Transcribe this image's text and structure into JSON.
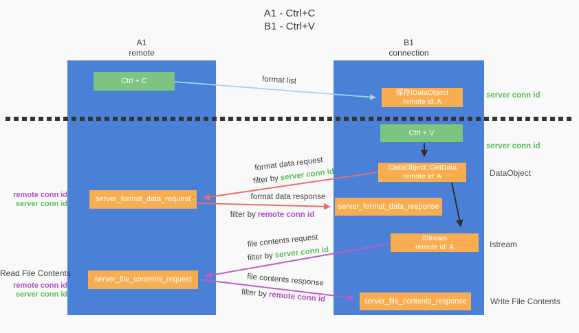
{
  "title": {
    "line1": "A1 - Ctrl+C",
    "line2": "B1 - Ctrl+V"
  },
  "lanes": {
    "a": {
      "name": "A1",
      "subtitle": "remote"
    },
    "b": {
      "name": "B1",
      "subtitle": "connection"
    }
  },
  "nodes": {
    "ctrl_c": {
      "label": "Ctrl + C"
    },
    "ctrl_v": {
      "label": "Ctrl + V"
    },
    "save_dataobject": {
      "line1": "保存IDataObject",
      "line2": "remote id: A"
    },
    "getdata": {
      "line1": "IDataObject::GetData",
      "line2": "remote id: A"
    },
    "istream": {
      "line1": "IStream",
      "line2": "remote id: A"
    },
    "format_request": {
      "label": "server_format_data_request"
    },
    "format_response": {
      "label": "server_format_data_response"
    },
    "file_request": {
      "label": "server_file_contents_request"
    },
    "file_response": {
      "label": "server_file_contents_response"
    }
  },
  "flow_labels": {
    "format_list": "format list",
    "format_data_request": "format data request",
    "format_data_response": "format data response",
    "file_contents_request": "file contents request",
    "file_contents_response": "file contents response",
    "filter_by": "filter by",
    "server_conn_id": "server conn id",
    "remote_conn_id": "remote conn id"
  },
  "side_labels": {
    "server_conn_id_top": "server conn id",
    "server_conn_id_mid": "server conn id",
    "dataobject": "DataObject",
    "istream": "Istream",
    "write_file_contents": "Write File Contents",
    "read_file_contents": "Read File Contents",
    "remote_conn_id": "remote conn id",
    "server_conn_id": "server conn id"
  },
  "colors": {
    "lane_blue": "#4a81d6",
    "node_orange": "#f9ad51",
    "node_green": "#7cc47f",
    "green_text": "#5cbb5c",
    "purple_text": "#b050c8",
    "red_arrow": "#e96d6d",
    "purple_arrow": "#bb5ec4",
    "light_blue_arrow": "#a8d0ee",
    "black_arrow": "#2e2e2e",
    "background": "#f9f9f9"
  }
}
